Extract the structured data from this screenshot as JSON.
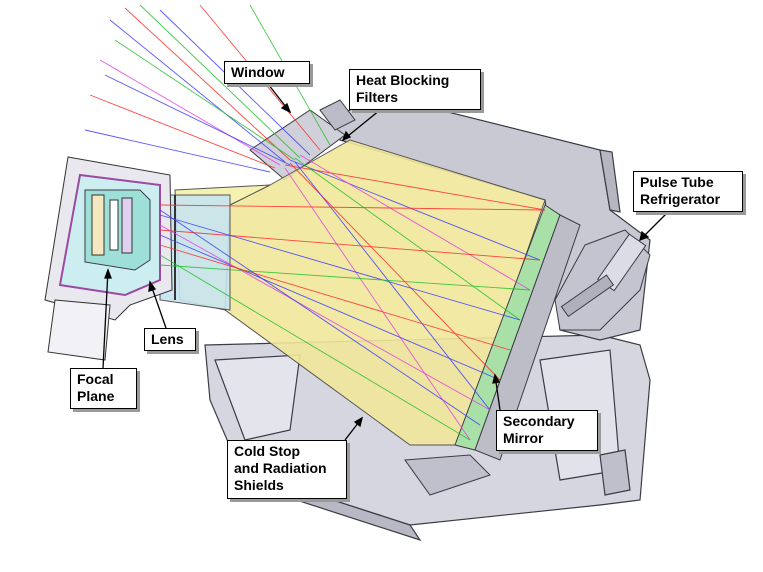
{
  "callouts": {
    "window": "Window",
    "heat_blocking_filters": "Heat Blocking\nFilters",
    "pulse_tube_refrigerator": "Pulse Tube\nRefrigerator",
    "lens": "Lens",
    "focal_plane": "Focal\nPlane",
    "secondary_mirror": "Secondary\nMirror",
    "cold_stop": "Cold Stop\nand Radiation\nShields"
  },
  "colors": {
    "housing": "#d2d2dc",
    "housing_dark": "#a9a9b6",
    "shield": "#efe79a",
    "mirror": "#a9e0a8",
    "lens_region": "#c6e3f0",
    "ray_red": "#ff2a2a",
    "ray_green": "#22c02a",
    "ray_blue": "#3a3aff",
    "ray_magenta": "#e040e0"
  }
}
